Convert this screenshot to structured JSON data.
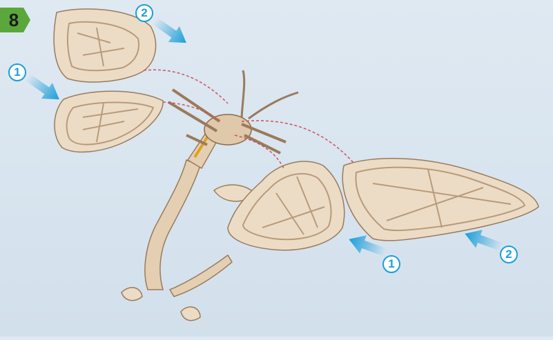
{
  "step": {
    "number": "8"
  },
  "callouts": {
    "top_left_wing_label": "2",
    "upper_left_wing_label": "1",
    "lower_center_wing_label": "1",
    "lower_right_wing_label": "2"
  },
  "colors": {
    "background": "#d6e3ee",
    "step_badge": "#5aa83c",
    "callout_accent": "#1a9ed9",
    "wood": "#e9d9c2",
    "wood_edge": "#9a7a5a",
    "guide_line": "#d0505a"
  },
  "icons": {
    "step_badge": "green-hexagon-badge",
    "arrows": "blue-gradient-arrow"
  }
}
